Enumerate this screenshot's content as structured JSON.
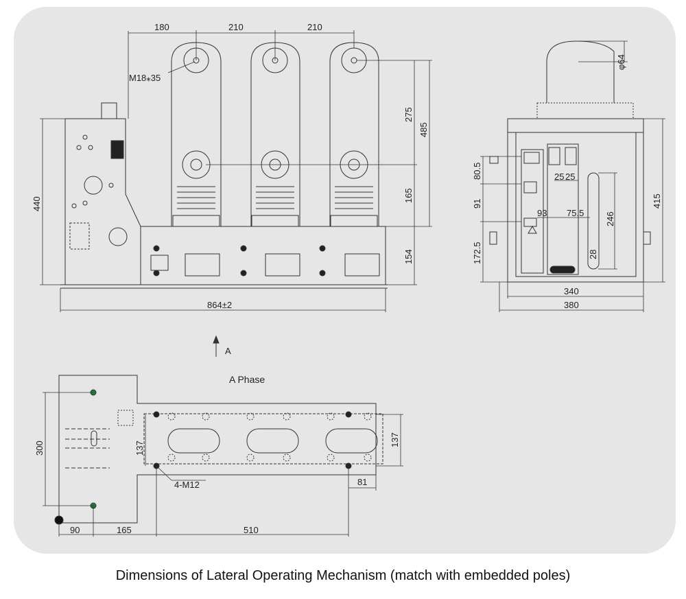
{
  "dims": {
    "top_180": "180",
    "top_210_a": "210",
    "top_210_b": "210",
    "bolt": "M18⁎35",
    "v_275": "275",
    "v_485": "485",
    "v_165": "165",
    "v_154": "154",
    "v_440": "440",
    "h_864": "864±2",
    "phi64": "φ64",
    "s_80_5": "80.5",
    "s_91": "91",
    "s_172_5": "172.5",
    "s_415": "415",
    "s_25a": "25",
    "s_25b": "25",
    "s_93": "93",
    "s_75_5": "75.5",
    "s_246": "246",
    "s_28": "28",
    "s_340": "340",
    "s_380": "380",
    "p_300": "300",
    "p_137_left": "137",
    "p_137_right": "137",
    "p_4m12": "4-M12",
    "p_81": "81",
    "p_90": "90",
    "p_165": "165",
    "p_510": "510"
  },
  "labels": {
    "arrow_a": "A",
    "a_phase": "A Phase"
  },
  "caption": "Dimensions of Lateral Operating Mechanism (match with embedded poles)",
  "colors": {
    "panel": "#e6e6e6",
    "line": "#333333",
    "accent": "#1a7a3a"
  }
}
